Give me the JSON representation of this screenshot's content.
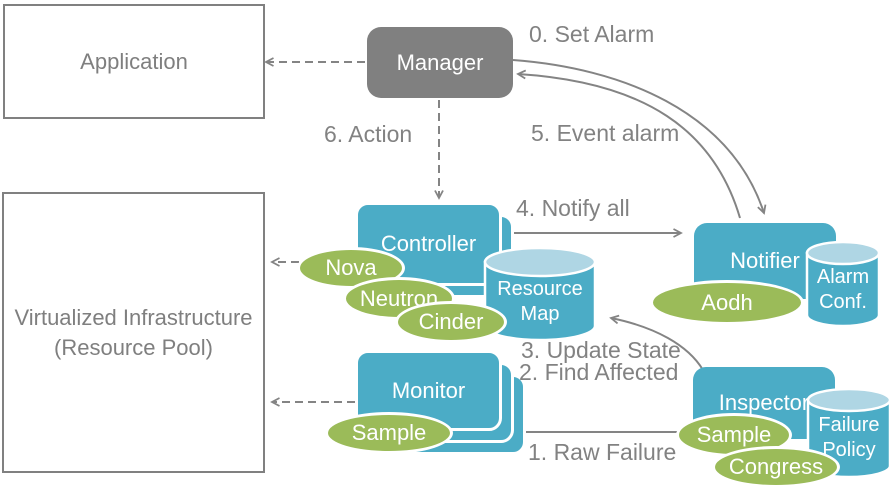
{
  "colors": {
    "node_blue": "#4BACC6",
    "cylinder_top_blue": "#AFD6E4",
    "ellipse_green": "#9BBB59",
    "manager_gray": "#808080",
    "line_gray": "#848484",
    "label_gray": "#828282"
  },
  "nodes": {
    "application": {
      "label": "Application"
    },
    "manager": {
      "label": "Manager"
    },
    "virtualized_infrastructure": {
      "label_line1": "Virtualized Infrastructure",
      "label_line2": "(Resource Pool)"
    },
    "controller": {
      "label": "Controller"
    },
    "monitor": {
      "label": "Monitor"
    },
    "notifier": {
      "label": "Notifier"
    },
    "inspector": {
      "label": "Inspector"
    }
  },
  "datastores": {
    "resource_map": {
      "line1": "Resource",
      "line2": "Map"
    },
    "alarm_conf": {
      "line1": "Alarm",
      "line2": "Conf."
    },
    "failure_policy": {
      "line1": "Failure",
      "line2": "Policy"
    }
  },
  "services": {
    "nova": {
      "label": "Nova"
    },
    "neutron": {
      "label": "Neutron"
    },
    "cinder": {
      "label": "Cinder"
    },
    "aodh": {
      "label": "Aodh"
    },
    "monitor_sample": {
      "label": "Sample"
    },
    "inspector_sample": {
      "label": "Sample"
    },
    "congress": {
      "label": "Congress"
    }
  },
  "flow_labels": {
    "step0": "0. Set Alarm",
    "step1": "1. Raw Failure",
    "step2": "2. Find Affected",
    "step3": "3. Update State",
    "step4": "4. Notify all",
    "step5": "5. Event alarm",
    "step6": "6. Action"
  }
}
